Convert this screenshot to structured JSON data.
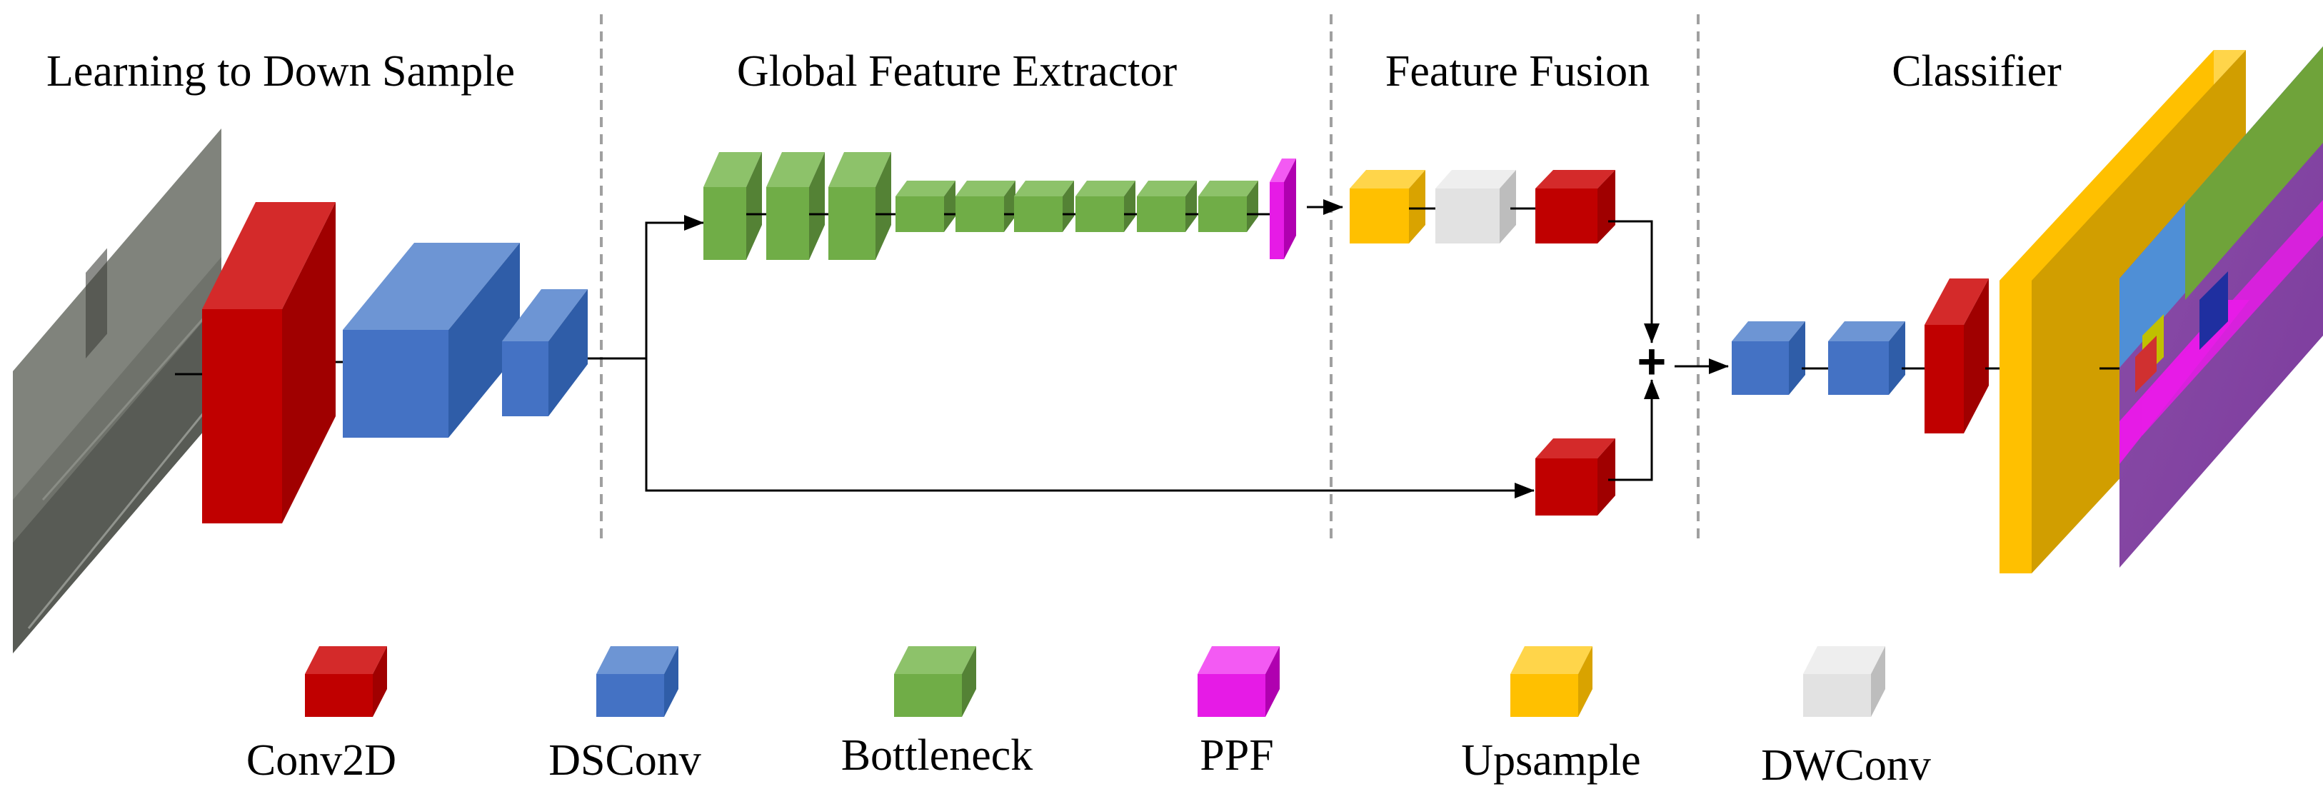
{
  "sections": [
    {
      "id": "ltds",
      "title": "Learning to Down Sample"
    },
    {
      "id": "gfe",
      "title": "Global Feature Extractor"
    },
    {
      "id": "ff",
      "title": "Feature Fusion"
    },
    {
      "id": "cls",
      "title": "Classifier"
    }
  ],
  "legend": [
    {
      "key": "conv2d",
      "label": "Conv2D",
      "color": "#C00000"
    },
    {
      "key": "dsconv",
      "label": "DSConv",
      "color": "#4472C4"
    },
    {
      "key": "bottleneck",
      "label": "Bottleneck",
      "color": "#70AD47"
    },
    {
      "key": "ppf",
      "label": "PPF",
      "color": "#E61BE6"
    },
    {
      "key": "upsample",
      "label": "Upsample",
      "color": "#FFC000"
    },
    {
      "key": "dwconv",
      "label": "DWConv",
      "color": "#E2E2E2"
    }
  ],
  "fusion_operator": "+",
  "colors": {
    "divider": "#A0A0A0",
    "arrow": "#000000",
    "input_image_base": "#6B6E68",
    "output_segmentation": [
      "#7A3FA0",
      "#6FA33A",
      "#1F6FBF",
      "#E61BE6",
      "#C0C000"
    ]
  },
  "icons": {
    "input": "street-scene-image",
    "output": "segmentation-map-image"
  }
}
